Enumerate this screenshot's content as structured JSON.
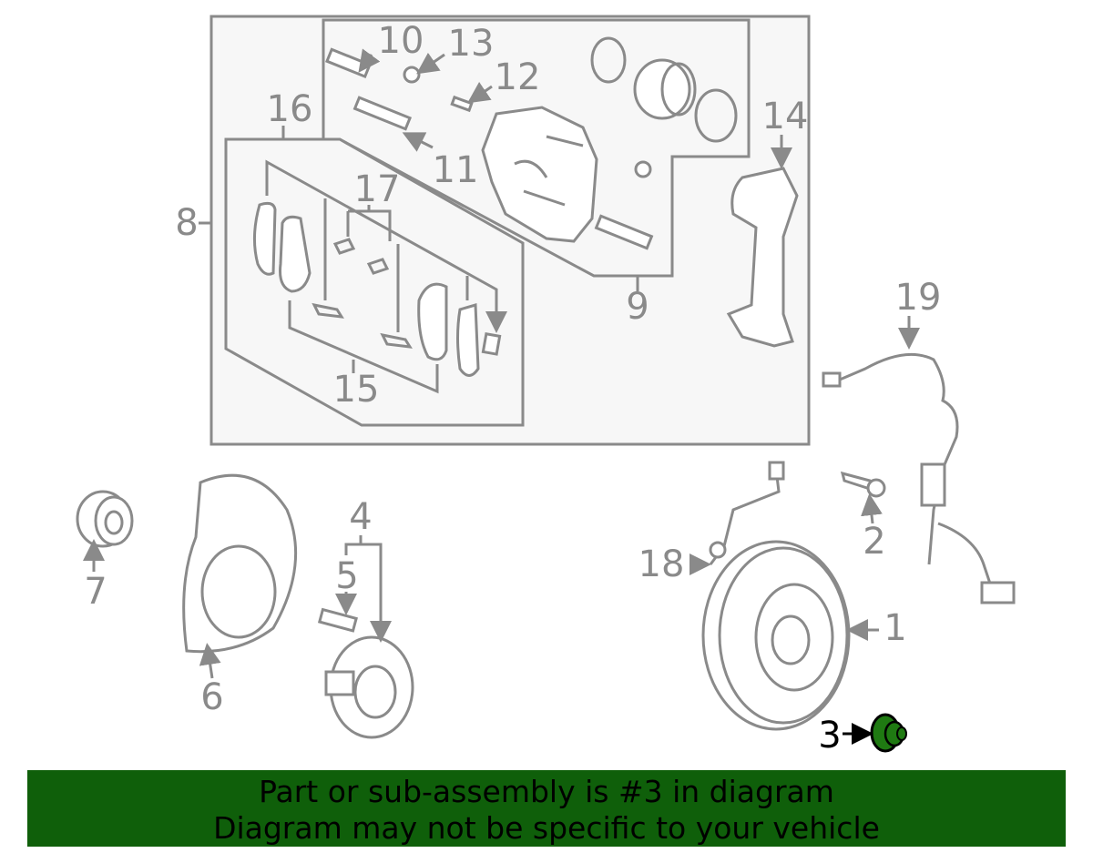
{
  "diagram": {
    "labels": {
      "p1": "1",
      "p2": "2",
      "p3": "3",
      "p4": "4",
      "p5": "5",
      "p6": "6",
      "p7": "7",
      "p8": "8",
      "p9": "9",
      "p10": "10",
      "p11": "11",
      "p12": "12",
      "p13": "13",
      "p14": "14",
      "p15": "15",
      "p16": "16",
      "p17": "17",
      "p18": "18",
      "p19": "19"
    },
    "highlighted_part": "3",
    "colors": {
      "line": "#8a8a8a",
      "highlight": "#1f7a12",
      "banner": "#0f5f0a"
    }
  },
  "banner": {
    "line1": "Part or sub-assembly is #3 in diagram",
    "line2": "Diagram may not be specific to your vehicle"
  }
}
